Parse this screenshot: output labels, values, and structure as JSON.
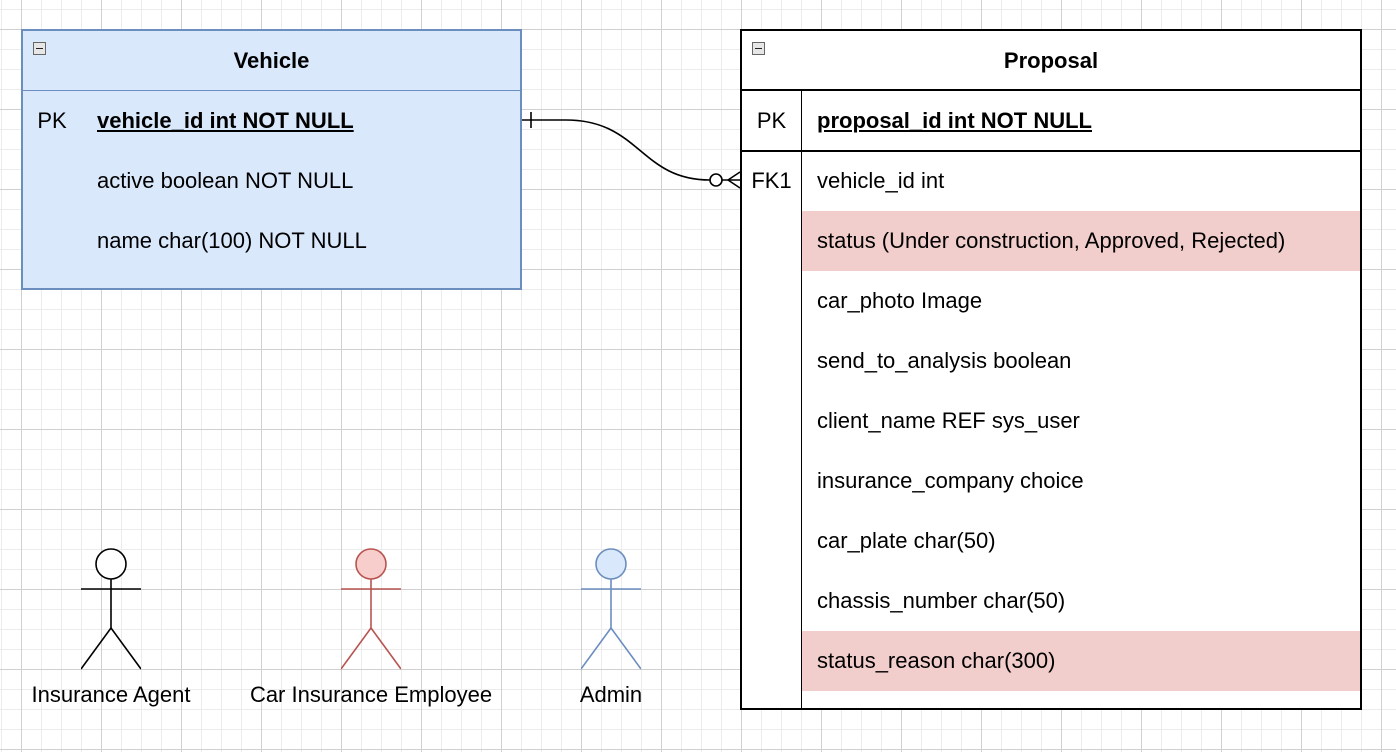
{
  "vehicle": {
    "title": "Vehicle",
    "pk_label": "PK",
    "pk_field": "vehicle_id int NOT NULL",
    "fields": [
      "active boolean NOT NULL",
      "name char(100) NOT NULL"
    ]
  },
  "proposal": {
    "title": "Proposal",
    "pk_label": "PK",
    "pk_field": "proposal_id int NOT NULL",
    "fk_label": "FK1",
    "fields": [
      "vehicle_id int",
      "status (Under construction, Approved, Rejected)",
      "car_photo Image",
      "send_to_analysis boolean",
      "client_name REF sys_user",
      "insurance_company choice",
      "car_plate char(50)",
      "chassis_number char(50)",
      "status_reason char(300)"
    ]
  },
  "actors": [
    {
      "label": "Insurance Agent",
      "color": "#000000",
      "fill": "#ffffff"
    },
    {
      "label": "Car Insurance Employee",
      "color": "#b85450",
      "fill": "#f8cecc"
    },
    {
      "label": "Admin",
      "color": "#6c8ebf",
      "fill": "#dae8fc"
    }
  ],
  "colors": {
    "vehicle_fill": "#dae8fc",
    "vehicle_stroke": "#6c8ebf",
    "highlight_fill": "#f1cdcb"
  }
}
